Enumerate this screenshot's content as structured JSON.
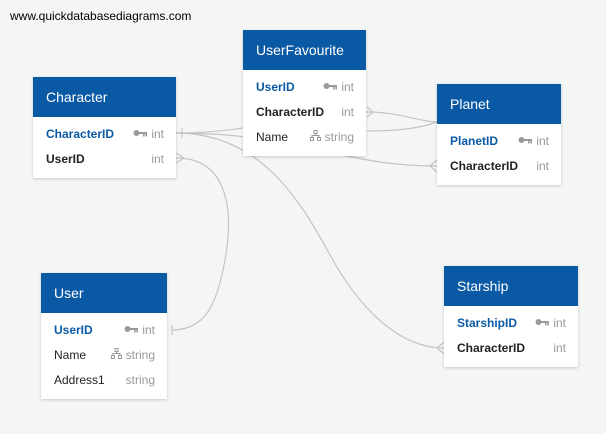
{
  "watermark": "www.quickdatabasediagrams.com",
  "tables": {
    "character": {
      "title": "Character",
      "fields": [
        {
          "name": "CharacterID",
          "type": "int"
        },
        {
          "name": "UserID",
          "type": "int"
        }
      ]
    },
    "userfavourite": {
      "title": "UserFavourite",
      "fields": [
        {
          "name": "UserID",
          "type": "int"
        },
        {
          "name": "CharacterID",
          "type": "int"
        },
        {
          "name": "Name",
          "type": "string"
        }
      ]
    },
    "planet": {
      "title": "Planet",
      "fields": [
        {
          "name": "PlanetID",
          "type": "int"
        },
        {
          "name": "CharacterID",
          "type": "int"
        }
      ]
    },
    "user": {
      "title": "User",
      "fields": [
        {
          "name": "UserID",
          "type": "int"
        },
        {
          "name": "Name",
          "type": "string"
        },
        {
          "name": "Address1",
          "type": "string"
        }
      ]
    },
    "starship": {
      "title": "Starship",
      "fields": [
        {
          "name": "StarshipID",
          "type": "int"
        },
        {
          "name": "CharacterID",
          "type": "int"
        }
      ]
    }
  },
  "colors": {
    "header": "#0a59a4",
    "primary_key": "#0a59a4",
    "connector": "#c4c4c4",
    "type_text": "#999999"
  },
  "icons": {
    "primary_key": "key-icon",
    "indexed": "tree-icon"
  }
}
